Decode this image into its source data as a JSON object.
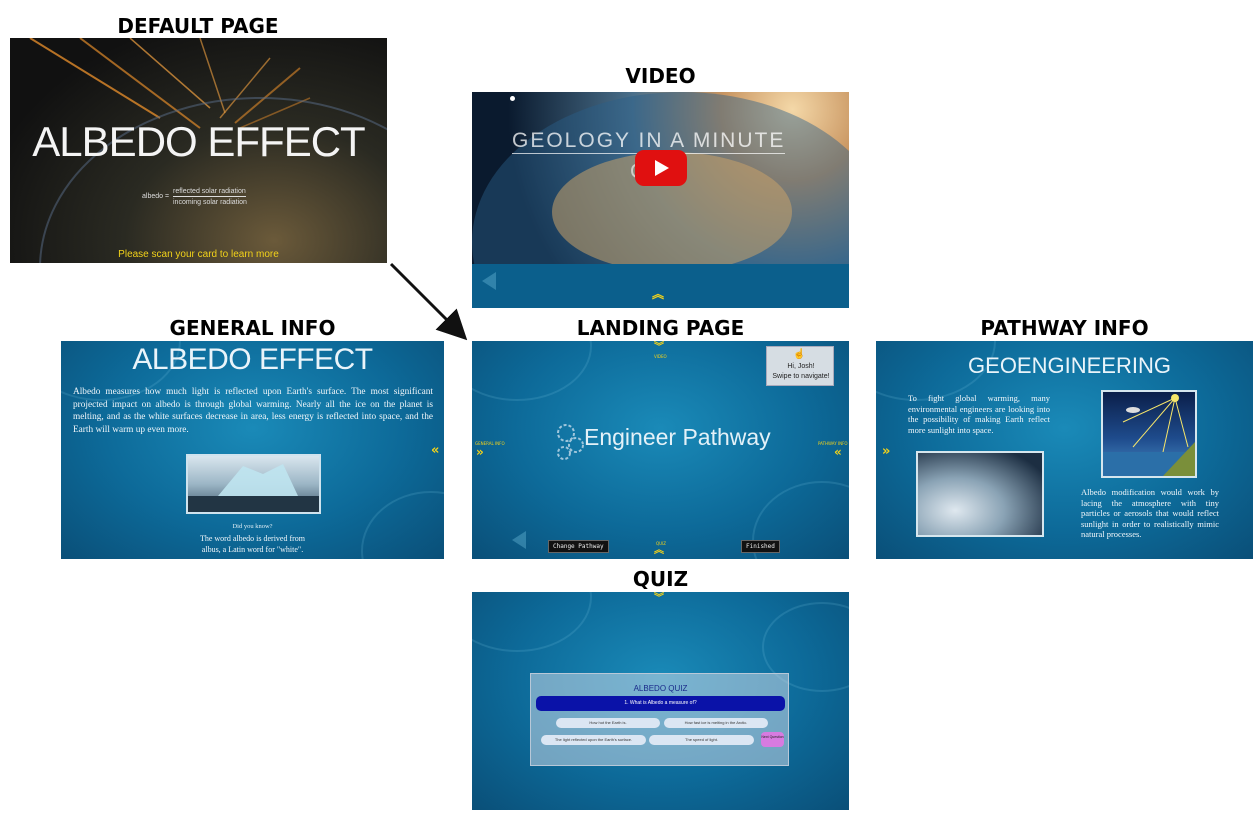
{
  "headings": {
    "default_page": "DEFAULT PAGE",
    "video": "VIDEO",
    "general_info": "GENERAL INFO",
    "landing_page": "LANDING PAGE",
    "pathway_info": "PATHWAY INFO",
    "quiz": "QUIZ"
  },
  "default_page": {
    "title": "ALBEDO EFFECT",
    "formula_lhs": "albedo =",
    "formula_num": "reflected solar radiation",
    "formula_den": "incoming solar radiation",
    "scan_prompt": "Please scan your card to learn more"
  },
  "video": {
    "overlay_title_1": "GEOLOGY IN A MINUTE",
    "overlay_title_2": "CL",
    "play_icon": "play-icon"
  },
  "general_info": {
    "title": "ALBEDO EFFECT",
    "body": "Albedo measures how much light is reflected upon Earth's surface. The most significant projected impact on albedo is through global warming. Nearly all the ice on the planet is melting, and as the white surfaces decrease in area, less energy is reflected into space, and the Earth will warm up even more.",
    "did_you_know": "Did you know?",
    "fact_line_1": "The word albedo is derived from",
    "fact_line_2": "albus, a Latin word for \"white\"."
  },
  "landing_page": {
    "title": "Engineer Pathway",
    "greeting_1": "Hi, Josh!",
    "greeting_2": "Swipe to navigate!",
    "top_label": "VIDEO",
    "left_label": "GENERAL INFO",
    "right_label": "PATHWAY INFO",
    "bottom_label": "QUIZ",
    "change_pathway": "Change Pathway",
    "finished": "Finished"
  },
  "pathway_info": {
    "title": "GEOENGINEERING",
    "text_1": "To fight global warming, many environmental engineers are looking into the possibility of making Earth reflect more sunlight into space.",
    "text_2": "Albedo modification would work by lacing the atmosphere with tiny particles or aerosols that would reflect sunlight in order to realistically mimic natural processes."
  },
  "quiz": {
    "title": "ALBEDO QUIZ",
    "question": "1. What is Albedo a measure of?",
    "options": [
      "How hot the Earth is.",
      "How fast ice is melting in the Arctic.",
      "The light reflected upon the Earth's surface.",
      "The speed of light."
    ],
    "next_button": "Next Question"
  },
  "colors": {
    "panel_blue": "#0d6a99",
    "accent_yellow": "#f2d21a",
    "quiz_header": "#0a12a8",
    "next_pink": "#d77be0"
  }
}
